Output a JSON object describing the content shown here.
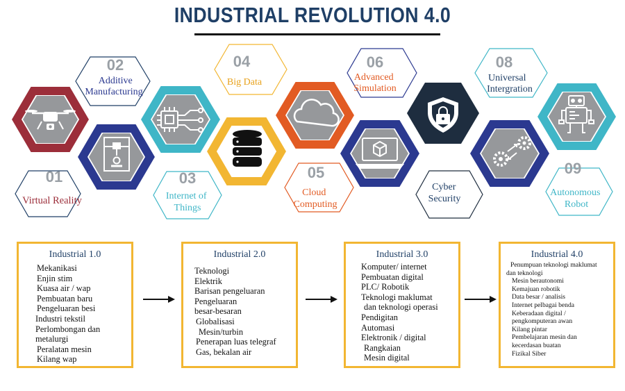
{
  "title": "INDUSTRIAL REVOLUTION  4.0",
  "colors": {
    "title": "#1f3f66",
    "maroon": "#9c2e3a",
    "navy": "#2b3990",
    "teal": "#3fb6c7",
    "gold": "#f2b632",
    "orange": "#e25b23",
    "dark": "#1e2d3f",
    "label_outline": "#1f3f66",
    "box_border": "#f2b632"
  },
  "technologies": [
    {
      "number": "01",
      "label_lines": [
        "Virtual Reality"
      ],
      "icon": "drone-icon"
    },
    {
      "number": "02",
      "label_lines": [
        "Additive",
        "Manufacturing"
      ],
      "icon": "3d-printer-icon"
    },
    {
      "number": "03",
      "label_lines": [
        "Internet of",
        "Things"
      ],
      "icon": "chip-icon"
    },
    {
      "number": "04",
      "label_lines": [
        "Big Data"
      ],
      "icon": "database-icon"
    },
    {
      "number": "05",
      "label_lines": [
        "Cloud",
        "Computing"
      ],
      "icon": "cloud-icon"
    },
    {
      "number": "06",
      "label_lines": [
        "Advanced",
        "Simulation"
      ],
      "icon": "laptop-cube-icon"
    },
    {
      "number": "",
      "label_lines": [
        "Cyber",
        "Security"
      ],
      "icon": "shield-lock-icon"
    },
    {
      "number": "08",
      "label_lines": [
        "Universal",
        "Intergration"
      ],
      "icon": "gears-icon"
    },
    {
      "number": "09",
      "label_lines": [
        "Autonomous",
        "Robot"
      ],
      "icon": "robot-icon"
    }
  ],
  "stages": [
    {
      "title": "Industrial 1.0",
      "items": [
        "Mekanikasi",
        "Enjin stim",
        "Kuasa air / wap",
        "Pembuatan baru",
        "Pengeluaran besi",
        "Industri tekstil",
        "Perlombongan dan",
        "metalurgi",
        "Peralatan mesin",
        "Kilang wap"
      ]
    },
    {
      "title": "Industrial 2.0",
      "items": [
        "Teknologi",
        "Elektrik",
        "Barisan pengeluaran",
        "Pengeluaran",
        "besar-besaran",
        "Globalisasi",
        "Mesin/turbin",
        "Penerapan luas  telegraf",
        "Gas, bekalan air"
      ]
    },
    {
      "title": "Industrial 3.0",
      "items": [
        "Komputer/ internet",
        "Pembuatan digital",
        "PLC/ Robotik",
        "Teknologi maklumat",
        "dan teknologi operasi",
        "Pendigitan",
        "Automasi",
        "Elektronik / digital",
        "Rangkaian",
        "Mesin digital"
      ]
    },
    {
      "title": "Industrial 4.0",
      "items": [
        "Penumpuan teknologi maklumat",
        "dan teknologi",
        "Mesin berautonomi",
        "Kemajuan robotik",
        "Data besar / analisis",
        "Internet pelbagai benda",
        "Keberadaan digital /",
        "pengkomputeran awan",
        "Kilang pintar",
        "Pembelajaran mesin dan",
        "kecerdasan buatan",
        "Fizikal Siber"
      ]
    }
  ]
}
